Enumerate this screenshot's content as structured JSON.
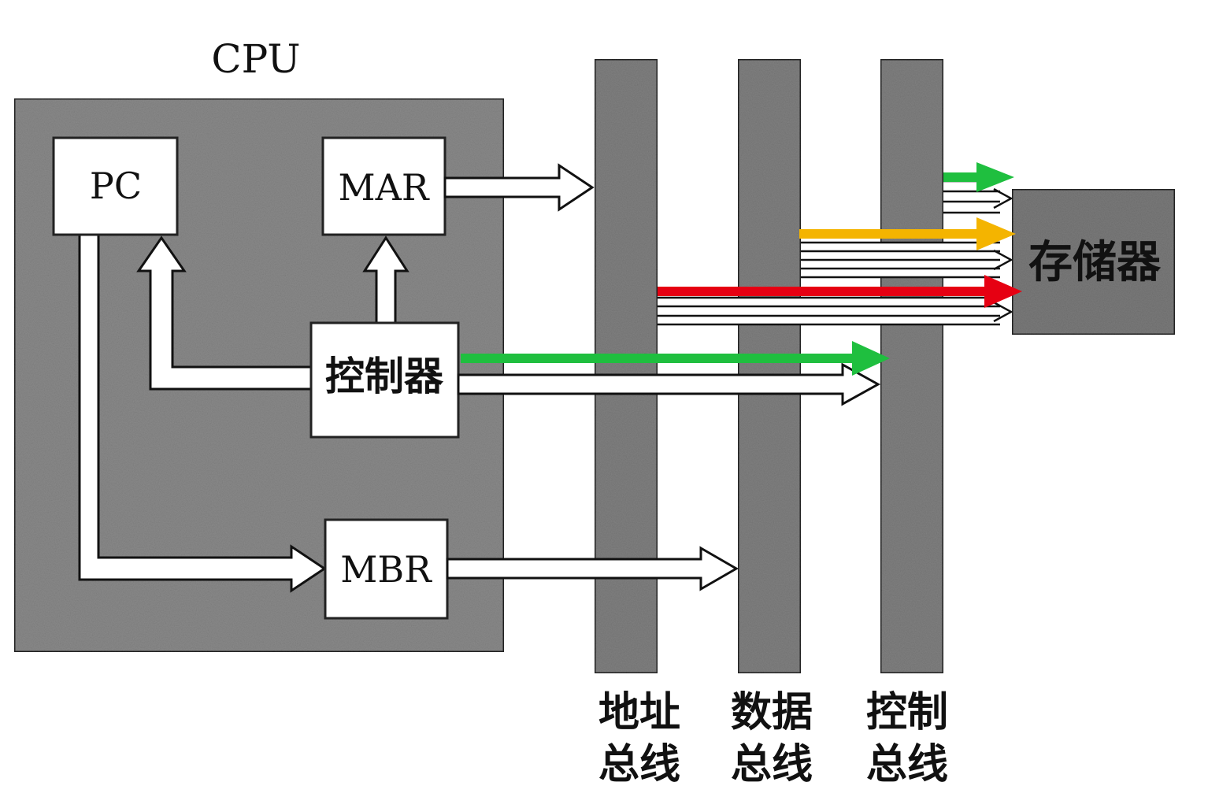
{
  "cpu_label": "CPU",
  "registers": {
    "pc": "PC",
    "mar": "MAR",
    "controller": "控制器",
    "mbr": "MBR"
  },
  "memory_label": "存储器",
  "buses": [
    {
      "line1": "地址",
      "line2": "总线"
    },
    {
      "line1": "数据",
      "line2": "总线"
    },
    {
      "line1": "控制",
      "line2": "总线"
    }
  ],
  "colors": {
    "cpu_fill": "#8a8a8a",
    "bus_fill": "#808080",
    "memory_fill": "#7a7a7a",
    "register_fill": "#ffffff",
    "arrow_green": "#1fbf3f",
    "arrow_yellow": "#f4b400",
    "arrow_red": "#e60012"
  }
}
